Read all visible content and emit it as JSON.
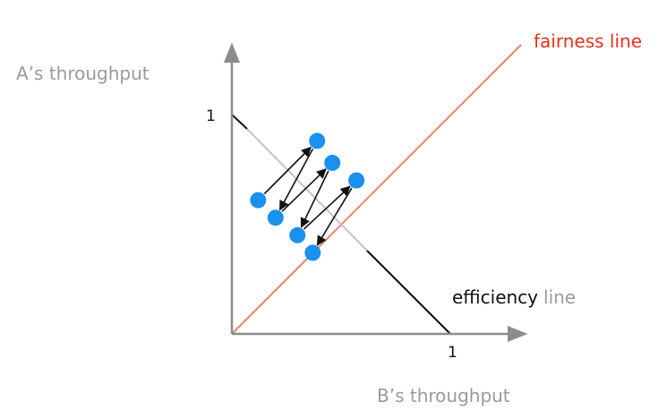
{
  "labels": {
    "y_axis_title": "A’s throughput",
    "x_axis_title": "B’s throughput",
    "y_tick": "1",
    "x_tick": "1",
    "fairness": "fairness line",
    "efficiency_word": "efficiency",
    "line_word": "line"
  },
  "colors": {
    "axis": "#8c8c8c",
    "fairness_line": "#f08070",
    "fairness_text": "#e8301c",
    "efficiency_dark": "#111111",
    "efficiency_light": "#bdbdbd",
    "point": "#1a90f0",
    "arrow": "#111111"
  },
  "points": [
    {
      "b": 0.12,
      "a": 0.61
    },
    {
      "b": 0.39,
      "a": 0.88
    },
    {
      "b": 0.2,
      "a": 0.53
    },
    {
      "b": 0.46,
      "a": 0.78
    },
    {
      "b": 0.3,
      "a": 0.45
    },
    {
      "b": 0.57,
      "a": 0.7
    },
    {
      "b": 0.37,
      "a": 0.37
    }
  ]
}
